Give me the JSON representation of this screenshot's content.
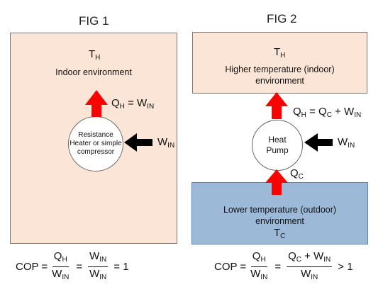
{
  "fig1": {
    "title": "FIG 1",
    "temp_symbol": "T",
    "temp_sub": "H",
    "environment_label": "Indoor environment",
    "heat_label_a": "Q",
    "heat_label_sub": "H",
    "heat_label_b": "= W",
    "heat_label_sub2": "IN",
    "work_label": "W",
    "work_sub": "IN",
    "device_label_lines": [
      "Resistance",
      "Heater or simple",
      "compressor"
    ],
    "cop": {
      "lhs": "COP =",
      "f1_num": "Q",
      "f1_num_sub": "H",
      "f1_den": "W",
      "f1_den_sub": "IN",
      "eq1": "=",
      "f2_num": "W",
      "f2_num_sub": "IN",
      "f2_den": "W",
      "f2_den_sub": "IN",
      "rhs": "= 1"
    }
  },
  "fig2": {
    "title": "FIG 2",
    "hot_temp_symbol": "T",
    "hot_temp_sub": "H",
    "hot_label_lines": [
      "Higher temperature (indoor)",
      "environment"
    ],
    "heat_label_a": "Q",
    "heat_label_sub": "H",
    "heat_label_b": "= Q",
    "heat_label_sub2": "C",
    "heat_label_c": "+ W",
    "heat_label_sub3": "IN",
    "work_label": "W",
    "work_sub": "IN",
    "device_label_lines": [
      "Heat",
      "Pump"
    ],
    "qc_label": "Q",
    "qc_sub": "C",
    "cold_label_lines": [
      "Lower temperature (outdoor)",
      "environment"
    ],
    "cold_temp_symbol": "T",
    "cold_temp_sub": "C",
    "cop": {
      "lhs": "COP =",
      "f1_num": "Q",
      "f1_num_sub": "H",
      "f1_den": "W",
      "f1_den_sub": "IN",
      "eq1": "=",
      "f2_num": "Q",
      "f2_num_sub": "C",
      "f2_num_b": " + W",
      "f2_num_sub2": "IN",
      "f2_den": "W",
      "f2_den_sub": "IN",
      "rhs": "> 1"
    }
  },
  "colors": {
    "indoor_fill": "#fbe5d6",
    "outdoor_fill": "#9db9d8",
    "heat_arrow": "#ff0000",
    "work_arrow": "#000000"
  }
}
